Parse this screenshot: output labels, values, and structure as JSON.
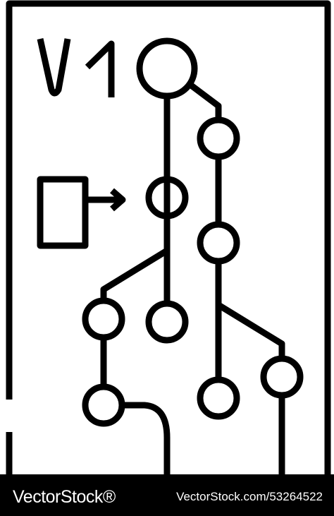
{
  "diagram": {
    "version_label": "V1",
    "stroke_color": "#000000",
    "background_color": "#ffffff",
    "icons": [
      "git-branch-version-icon",
      "commit-node-icon",
      "arrow-right-icon",
      "document-frame-icon"
    ]
  },
  "footer": {
    "brand": "VectorStock®",
    "image_id": "VectorStock.com/53264522",
    "background_color": "#000000",
    "text_color": "#ffffff"
  }
}
